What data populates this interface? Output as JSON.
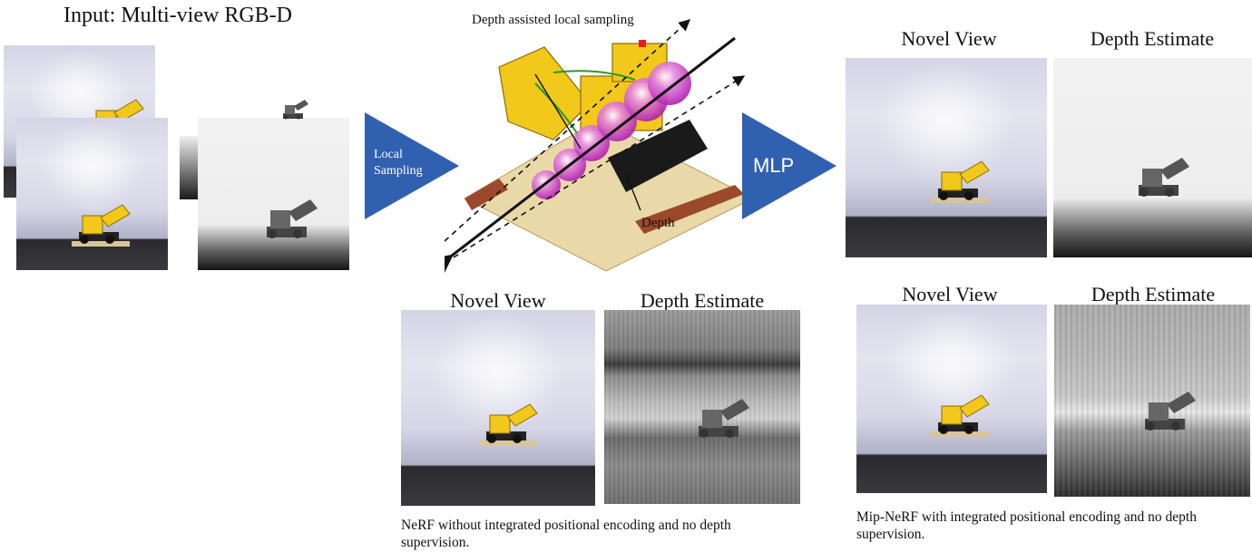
{
  "input": {
    "title": "Input: Multi-view RGB-D"
  },
  "steps": {
    "local_sampling_label": "Local Sampling",
    "mlp_label": "MLP",
    "depth_sampling_label": "Depth assisted local sampling",
    "depth_label": "Depth"
  },
  "output_top": {
    "novel_view_title": "Novel View",
    "depth_estimate_title": "Depth Estimate"
  },
  "nerf_result": {
    "novel_view_title": "Novel View",
    "depth_estimate_title": "Depth Estimate",
    "caption": "NeRF without integrated positional encoding and no depth supervision."
  },
  "mipnerf_result": {
    "novel_view_title": "Novel View",
    "depth_estimate_title": "Depth Estimate",
    "caption": "Mip-NeRF with integrated positional encoding and no depth supervision."
  },
  "colors": {
    "arrow_blue": "#3060B0",
    "sphere_magenta": "#D030C8",
    "toy_yellow": "#F2C81A"
  }
}
